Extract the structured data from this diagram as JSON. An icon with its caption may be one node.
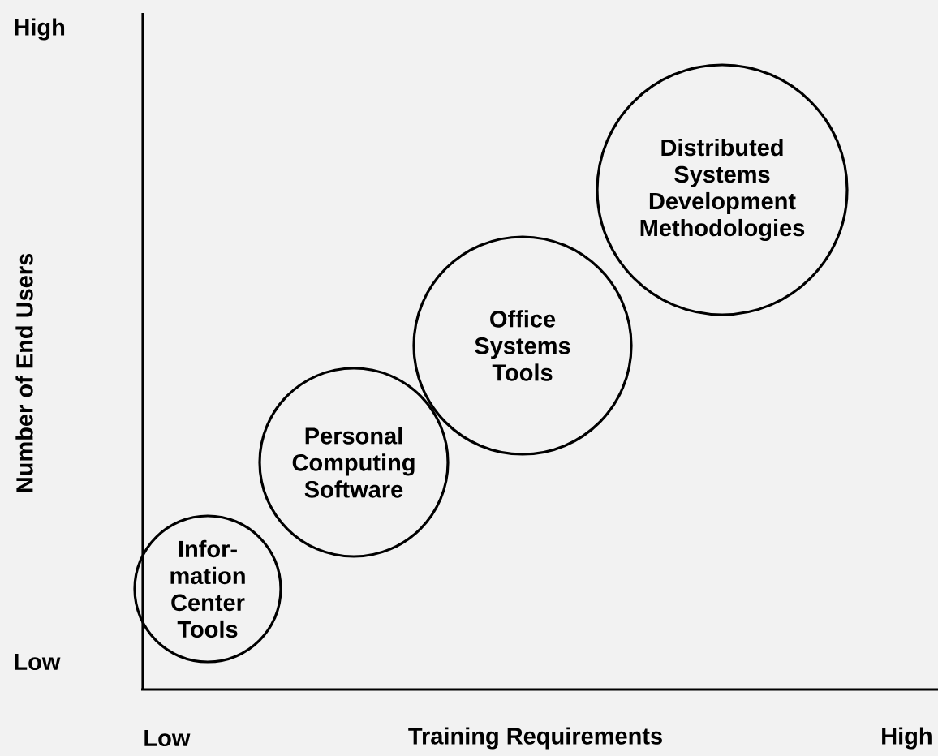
{
  "diagram": {
    "nodes": [
      {
        "text": [
          "Infor-mation Center Tools"
        ]
      },
      {
        "text": [
          "Personal Computing Software"
        ]
      },
      {
        "text": [
          "Office Systems Tools"
        ]
      },
      {
        "text": [
          "Distributed Systems Development Methodologies"
        ]
      }
    ],
    "labels": [
      "High",
      "Number of End Users",
      "Low",
      "Low",
      "Training Requirements",
      "High"
    ]
  }
}
